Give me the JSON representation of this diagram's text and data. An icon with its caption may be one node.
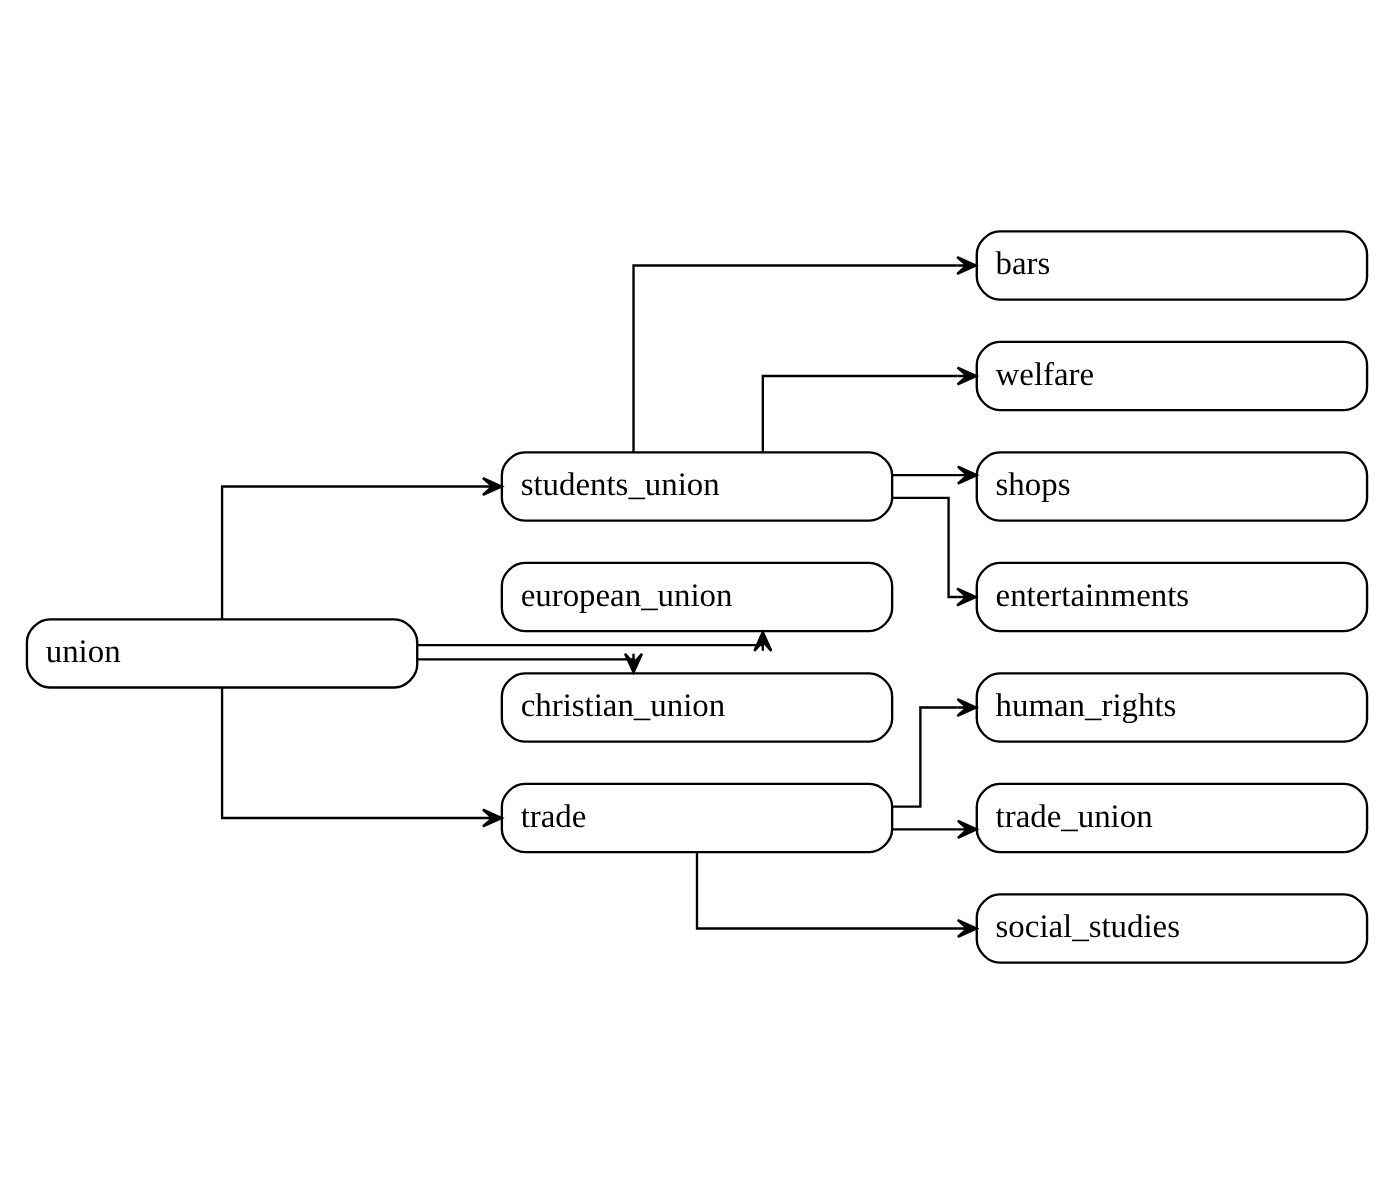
{
  "diagram": {
    "nodes": [
      {
        "text": [
          "union"
        ]
      },
      {
        "text": [
          "students_union"
        ]
      },
      {
        "text": [
          "bars"
        ]
      },
      {
        "text": [
          "welfare"
        ]
      },
      {
        "text": [
          "shops"
        ]
      },
      {
        "text": [
          "entertainments"
        ]
      },
      {
        "text": [
          "european_union"
        ]
      },
      {
        "text": [
          "christian_union"
        ]
      },
      {
        "text": [
          "trade"
        ]
      },
      {
        "text": [
          "human_rights"
        ]
      },
      {
        "text": [
          "trade_union"
        ]
      },
      {
        "text": [
          "social_studies"
        ]
      }
    ],
    "edges": [
      {
        "from": 0,
        "to": 1,
        "arrow": "to"
      },
      {
        "from": 1,
        "to": 2,
        "arrow": "to"
      },
      {
        "from": 1,
        "to": 3,
        "arrow": "to"
      },
      {
        "from": 1,
        "to": 4,
        "arrow": "to"
      },
      {
        "from": 1,
        "to": 5,
        "arrow": "to"
      },
      {
        "from": 0,
        "to": 6,
        "arrow": "to"
      },
      {
        "from": 0,
        "to": 7,
        "arrow": "to"
      },
      {
        "from": 0,
        "to": 8,
        "arrow": "to"
      },
      {
        "from": 8,
        "to": 9,
        "arrow": "to"
      },
      {
        "from": 8,
        "to": 10,
        "arrow": "to"
      },
      {
        "from": 8,
        "to": 11,
        "arrow": "to"
      }
    ]
  }
}
